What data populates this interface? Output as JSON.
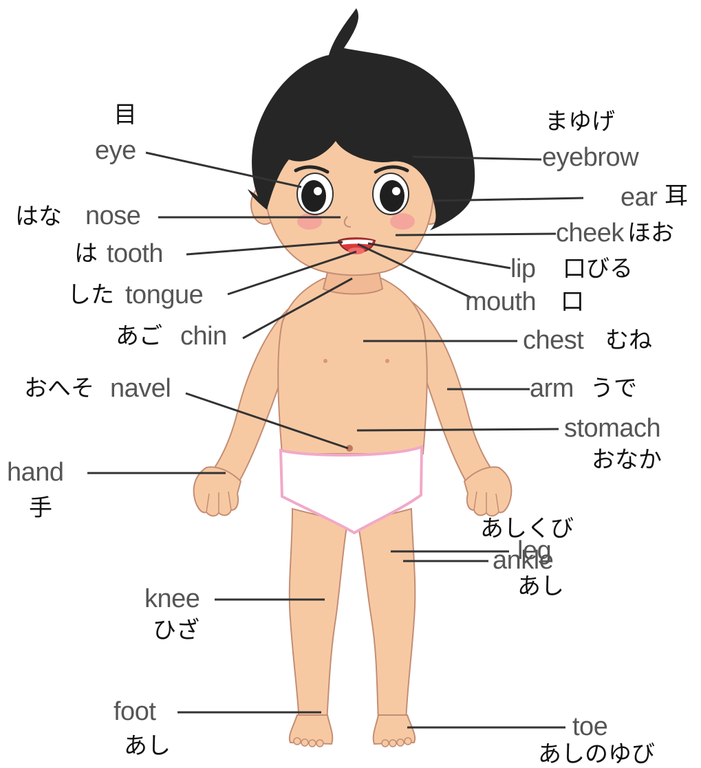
{
  "colors": {
    "skin": "#f6c9a3",
    "skin_shadow": "#e9a987",
    "outline": "#c48d74",
    "hair": "#262626",
    "cheek": "#f39a9a",
    "underwear": "#ffffff",
    "underwear_trim": "#f1a9c8",
    "leader_line": "#333333",
    "english_text": "#555555",
    "japanese_text": "#111111"
  },
  "labels": {
    "eye": {
      "en": "eye",
      "jp": "目"
    },
    "eyebrow": {
      "en": "eyebrow",
      "jp": "まゆげ"
    },
    "ear": {
      "en": "ear",
      "jp": "耳"
    },
    "nose": {
      "en": "nose",
      "jp": "はな"
    },
    "cheek": {
      "en": "cheek",
      "jp": "ほお"
    },
    "tooth": {
      "en": "tooth",
      "jp": "は"
    },
    "lip": {
      "en": "lip",
      "jp": "口びる"
    },
    "tongue": {
      "en": "tongue",
      "jp": "した"
    },
    "mouth": {
      "en": "mouth",
      "jp": "口"
    },
    "chin": {
      "en": "chin",
      "jp": "あご"
    },
    "chest": {
      "en": "chest",
      "jp": "むね"
    },
    "navel": {
      "en": "navel",
      "jp": "おへそ"
    },
    "arm": {
      "en": "arm",
      "jp": "うで"
    },
    "stomach": {
      "en": "stomach",
      "jp": "おなか"
    },
    "hand": {
      "en": "hand",
      "jp": "手"
    },
    "leg": {
      "en": "leg",
      "jp": "あし"
    },
    "knee": {
      "en": "knee",
      "jp": "ひざ"
    },
    "ankle": {
      "en": "ankle",
      "jp": "あしくび"
    },
    "foot": {
      "en": "foot",
      "jp": "あし"
    },
    "toe": {
      "en": "toe",
      "jp": "あしのゆび"
    }
  }
}
